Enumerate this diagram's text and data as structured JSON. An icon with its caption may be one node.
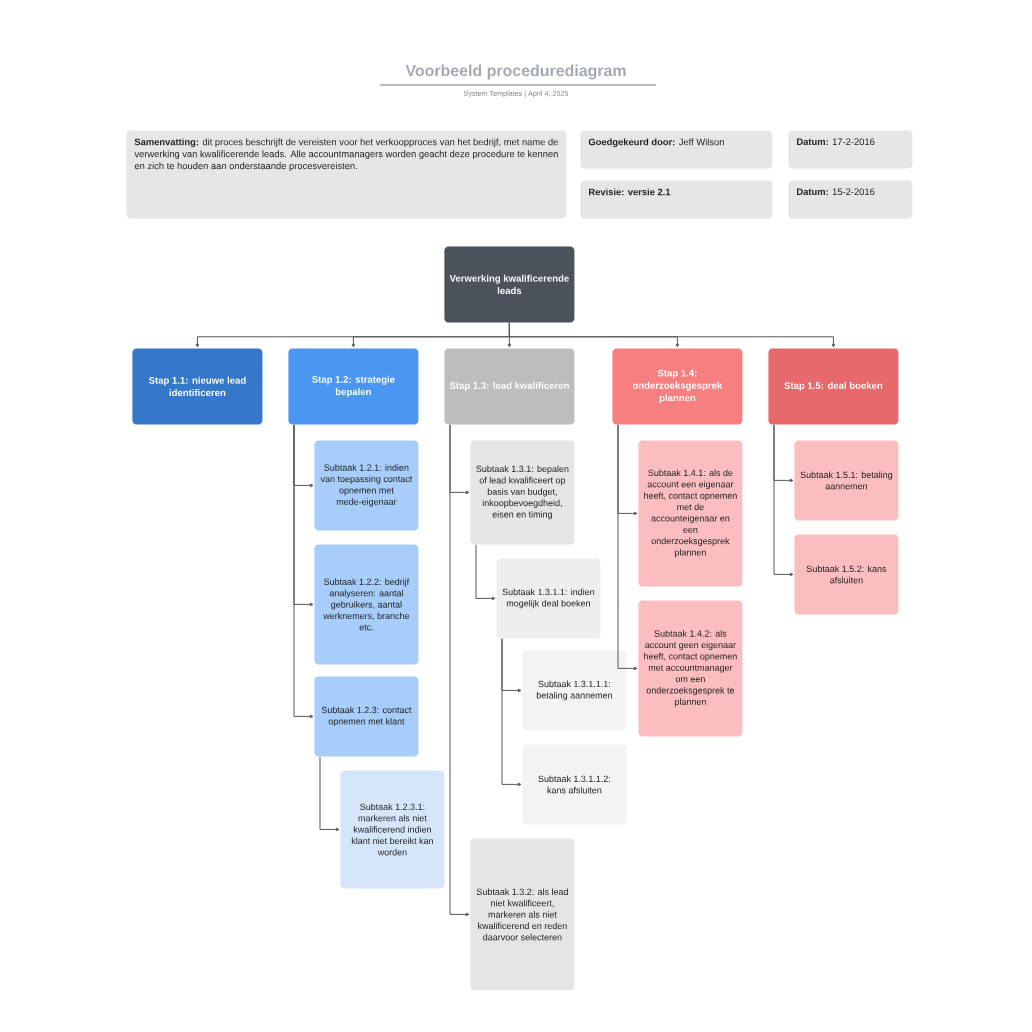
{
  "diagram": {
    "title": "Voorbeeld procedurediagram",
    "nodes": [
      {
        "text": [
          "**Samenvatting:** dit proces beschrijft de vereisten voor het verkoopproces van het bedrijf, met name de verwerking van kwalificerende leads. Alle accountmanagers worden geacht deze procedure te kennen en zich te houden aan onderstaande procesvereisten."
        ]
      },
      {
        "text": [
          "**Goedgekeurd door:** Jeff Wilson"
        ]
      },
      {
        "text": [
          "**Datum:** 17-2-2016"
        ]
      },
      {
        "text": [
          "**Revisie: versie 2.1**"
        ]
      },
      {
        "text": [
          "**Datum:** 15-2-2016"
        ]
      },
      {
        "text": [
          "Verwerking kwalificerende leads"
        ]
      },
      {
        "text": [
          "Stap 1.1: nieuwe lead identificeren"
        ]
      },
      {
        "text": [
          "Stap 1.2: strategie bepalen"
        ]
      },
      {
        "text": [
          "Stap 1.3: lead kwalificeren"
        ]
      },
      {
        "text": [
          "Stap 1.4: onderzoeksgesprek plannen"
        ]
      },
      {
        "text": [
          "Stap 1.5: deal boeken"
        ]
      },
      {
        "text": [
          "Subtaak 1.2.1: indien van toepassing contact opnemen met mede-eigenaar"
        ]
      },
      {
        "text": [
          "Subtaak 1.2.2: bedrijf analyseren: aantal gebruikers, aantal werknemers, branche etc."
        ]
      },
      {
        "text": [
          "Subtaak 1.2.3: contact opnemen met klant"
        ]
      },
      {
        "text": [
          "Subtaak 1.2.3.1: markeren als niet kwalificerend indien klant niet bereikt kan worden"
        ]
      },
      {
        "text": [
          "Subtaak 1.3.1: bepalen of lead kwalificeert op basis van budget, inkoopbevoegdheid, eisen en timing"
        ]
      },
      {
        "text": [
          "Subtaak 1.3.1.1: indien mogelijk deal boeken"
        ]
      },
      {
        "text": [
          "Subtaak 1.3.1.1.1: betaling aannemen"
        ]
      },
      {
        "text": [
          "Subtaak 1.3.1.1.2: kans afsluiten"
        ]
      },
      {
        "text": [
          "Subtaak 1.3.2: als lead niet kwalificeert, markeren als niet kwalificerend en reden daarvoor selecteren"
        ]
      },
      {
        "text": [
          "Subtaak 1.4.1: als de account een eigenaar heeft, contact opnemen met de accounteigenaar en een onderzoeksgesprek plannen"
        ]
      },
      {
        "text": [
          "Subtaak 1.4.2: als account geen eigenaar heeft, contact opnemen met accountmanager om een onderzoeksgesprek te plannen"
        ]
      },
      {
        "text": [
          "Subtaak 1.5.1: betaling aannemen"
        ]
      },
      {
        "text": [
          "Subtaak 1.5.2: kans afsluiten"
        ]
      }
    ],
    "edges": [
      {
        "from": 5,
        "to": 6,
        "arrow": "to"
      },
      {
        "from": 5,
        "to": 7,
        "arrow": "to"
      },
      {
        "from": 5,
        "to": 8,
        "arrow": "to"
      },
      {
        "from": 5,
        "to": 9,
        "arrow": "to"
      },
      {
        "from": 5,
        "to": 10,
        "arrow": "to"
      },
      {
        "from": 7,
        "to": 11,
        "arrow": "to"
      },
      {
        "from": 7,
        "to": 12,
        "arrow": "to"
      },
      {
        "from": 7,
        "to": 13,
        "arrow": "to"
      },
      {
        "from": 13,
        "to": 14,
        "arrow": "to"
      },
      {
        "from": 8,
        "to": 15,
        "arrow": "to"
      },
      {
        "from": 8,
        "to": 19,
        "arrow": "to"
      },
      {
        "from": 15,
        "to": 16,
        "arrow": "to"
      },
      {
        "from": 16,
        "to": 17,
        "arrow": "to"
      },
      {
        "from": 16,
        "to": 18,
        "arrow": "to"
      },
      {
        "from": 9,
        "to": 20,
        "arrow": "to"
      },
      {
        "from": 9,
        "to": 21,
        "arrow": "to"
      },
      {
        "from": 10,
        "to": 22,
        "arrow": "to"
      },
      {
        "from": 10,
        "to": 23,
        "arrow": "to"
      }
    ],
    "labels": [
      "System Templates | April 4, 2025"
    ]
  }
}
